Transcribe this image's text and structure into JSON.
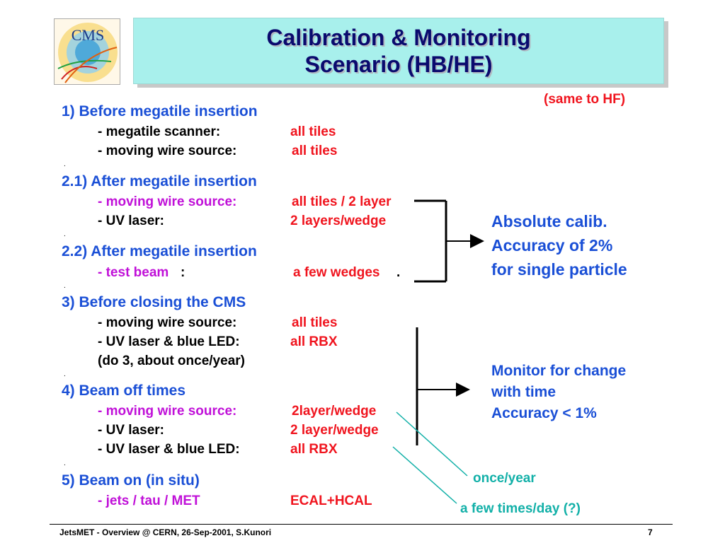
{
  "title": {
    "line1": "Calibration & Monitoring",
    "line2": "Scenario (HB/HE)"
  },
  "note_hf": "(same to HF)",
  "logo_text": "CMS",
  "sections": {
    "s1": {
      "heading": "1) Before megatile insertion",
      "items": [
        {
          "label": "- megatile scanner:",
          "value": "all tiles"
        },
        {
          "label": "- moving wire source:",
          "value": "all tiles"
        }
      ]
    },
    "s21": {
      "heading": "2.1) After megatile insertion",
      "items": [
        {
          "label": "- moving wire source:",
          "value": "all tiles / 2 layer"
        },
        {
          "label": "- UV laser:",
          "value": "2 layers/wedge"
        }
      ]
    },
    "s22": {
      "heading": "2.2) After megatile insertion",
      "items": [
        {
          "label": "- test beam",
          "suffix": ":",
          "value": "a few wedges",
          "end": "."
        }
      ]
    },
    "s3": {
      "heading": "3) Before closing the CMS",
      "items": [
        {
          "label": "- moving wire source:",
          "value": "all tiles"
        },
        {
          "label": "- UV laser & blue LED:",
          "value": "all RBX"
        },
        {
          "label": "(do 3, about once/year)"
        }
      ]
    },
    "s4": {
      "heading": "4) Beam off times",
      "items": [
        {
          "label": "- moving wire source:",
          "value": "2layer/wedge"
        },
        {
          "label": "- UV laser:",
          "value": "2 layer/wedge"
        },
        {
          "label": "- UV laser & blue LED:",
          "value": "all RBX"
        }
      ]
    },
    "s5": {
      "heading": "5) Beam on (in situ)",
      "items": [
        {
          "label": "- jets / tau / MET",
          "value": "ECAL+HCAL"
        }
      ]
    }
  },
  "absolute": {
    "line1": "Absolute calib.",
    "line2": "Accuracy of 2%",
    "line3": "for single particle"
  },
  "monitor": {
    "line1": "Monitor for change",
    "line2": "with time",
    "line3": "Accuracy < 1%"
  },
  "annotations": {
    "once_year": "once/year",
    "few_times_day": "a few times/day (?)"
  },
  "footer": {
    "left": "JetsMET - Overview @ CERN, 26-Sep-2001, S.Kunori",
    "page": "7"
  },
  "separator_dot": "."
}
